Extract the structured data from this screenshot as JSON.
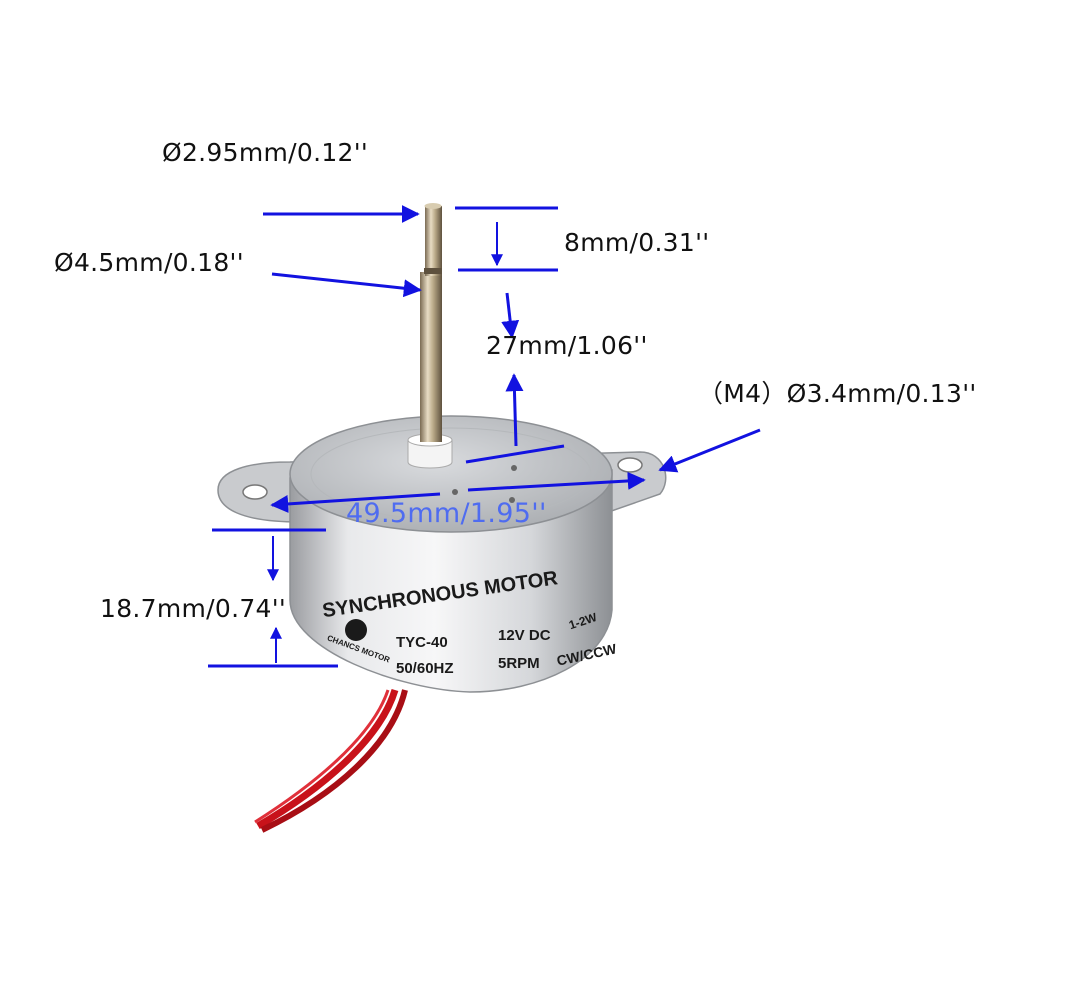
{
  "dimensions": {
    "tip_diameter": "Ø2.95mm/0.12''",
    "shaft_diameter": "Ø4.5mm/0.18''",
    "flat_length": "8mm/0.31''",
    "shaft_length": "27mm/1.06''",
    "hole_diameter": "（M4）Ø3.4mm/0.13''",
    "mount_width": "49.5mm/1.95''",
    "body_height": "18.7mm/0.74''"
  },
  "motor_label": {
    "title": "SYNCHRONOUS MOTOR",
    "brand": "CHANCS MOTOR",
    "model": "TYC-40",
    "voltage": "12V DC",
    "torque": "1-2W",
    "frequency": "50/60HZ",
    "speed": "5RPM",
    "direction": "CW/CCW"
  },
  "colors": {
    "arrow": "#1212e0",
    "accent_text": "#4f6cf0",
    "wire": "#c8121a"
  }
}
